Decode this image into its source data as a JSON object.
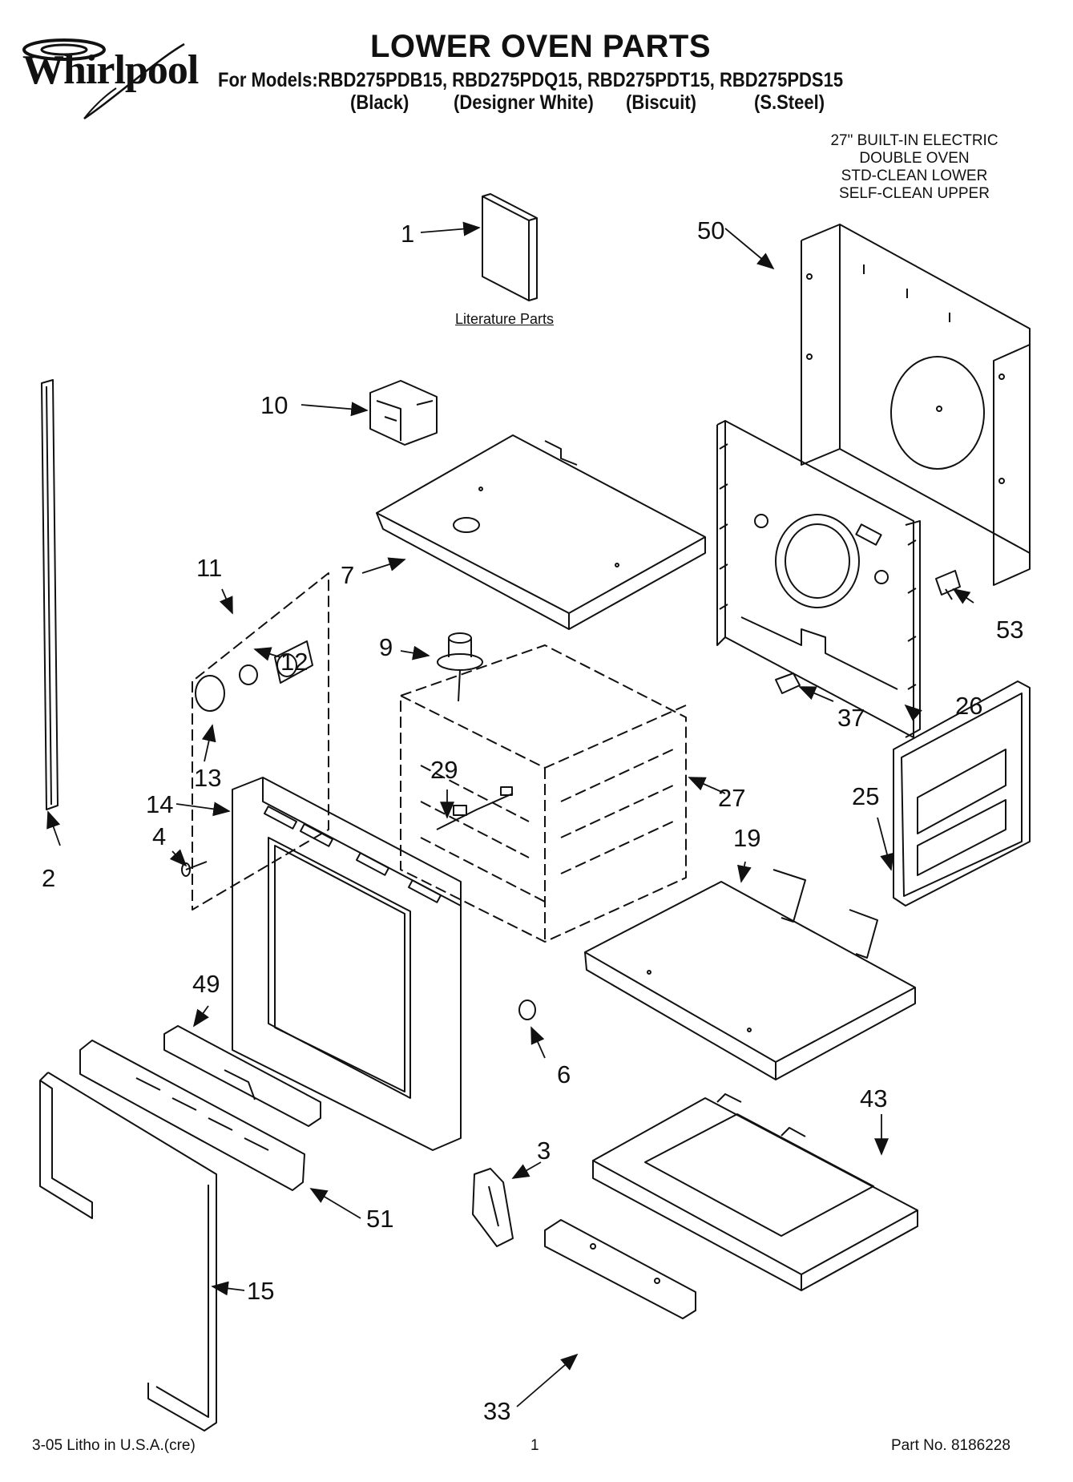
{
  "header": {
    "brand": "Whirlpool",
    "title": "LOWER OVEN PARTS",
    "models_line": "For Models:RBD275PDB15, RBD275PDQ15, RBD275PDT15, RBD275PDS15",
    "colors": [
      "(Black)",
      "(Designer White)",
      "(Biscuit)",
      "(S.Steel)"
    ]
  },
  "spec_lines": [
    "27\" BUILT-IN ELECTRIC",
    "DOUBLE OVEN",
    "STD-CLEAN LOWER",
    "SELF-CLEAN UPPER"
  ],
  "literature_label": "Literature Parts",
  "callouts": {
    "c1": "1",
    "c2": "2",
    "c3": "3",
    "c4": "4",
    "c6": "6",
    "c7": "7",
    "c9": "9",
    "c10": "10",
    "c11": "11",
    "c12": "12",
    "c13": "13",
    "c14": "14",
    "c15": "15",
    "c19": "19",
    "c25": "25",
    "c26": "26",
    "c27": "27",
    "c29": "29",
    "c33": "33",
    "c37": "37",
    "c43": "43",
    "c49": "49",
    "c50": "50",
    "c51": "51",
    "c53": "53"
  },
  "footer": {
    "left": "3-05 Litho in U.S.A.(cre)",
    "page": "1",
    "part_no": "Part No. 8186228"
  }
}
